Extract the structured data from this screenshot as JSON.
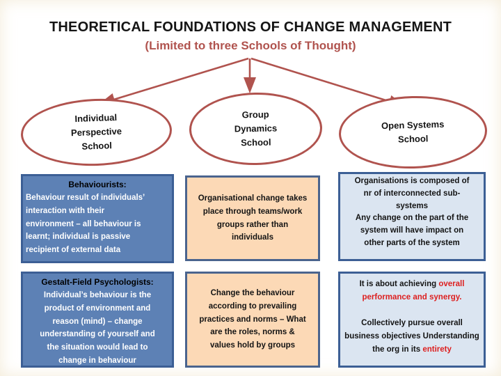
{
  "slide": {
    "title": "THEORETICAL FOUNDATIONS OF CHANGE MANAGEMENT",
    "subtitle": "(Limited to three Schools of Thought)"
  },
  "colors": {
    "accent_red": "#b0534e",
    "blue_box_fill": "#5d81b5",
    "blue_box_border": "#3c5f95",
    "peach_box_fill": "#fcd9b6",
    "peach_box_border": "#4a648e",
    "light_box_fill": "#dbe5f1",
    "emphasis_red_text": "#dd1f1f",
    "title_text": "#141414"
  },
  "schools": [
    {
      "label": "Individual\nPerspective\nSchool"
    },
    {
      "label": "Group\nDynamics\nSchool"
    },
    {
      "label": "Open Systems\nSchool"
    }
  ],
  "boxes": {
    "individual_1": {
      "heading": "Behaviourists:",
      "body": "Behaviour result of individuals’\ninteraction with their\nenvironment – all behaviour is\nlearnt; individual is passive\nrecipient of external data"
    },
    "individual_2": {
      "heading": "Gestalt-Field Psychologists:",
      "body": "Individual’s behaviour is the\nproduct of environment and\nreason (mind) – change\nunderstanding of yourself and\nthe situation would lead to\nchange in behaviour"
    },
    "group_1": {
      "body": "Organisational change takes\nplace through teams/work\ngroups rather than\nindividuals"
    },
    "group_2": {
      "body": "Change the behaviour\naccording to prevailing\npractices and norms – What\nare the roles, norms &\nvalues hold by groups"
    },
    "open_1": {
      "body": "Organisations is composed of\nnr of interconnected sub-\nsystems\nAny change on the part of the\nsystem will have impact on\nother parts of the system"
    },
    "open_2": {
      "paragraphs": [
        [
          {
            "t": "It is about achieving ",
            "red": false
          },
          {
            "t": " overall performance and synergy.",
            "red": true
          }
        ],
        [
          {
            "t": "Collectively pursue overall business objectives Understanding the org in its ",
            "red": false
          },
          {
            "t": "entirety",
            "red": true
          }
        ]
      ]
    }
  }
}
